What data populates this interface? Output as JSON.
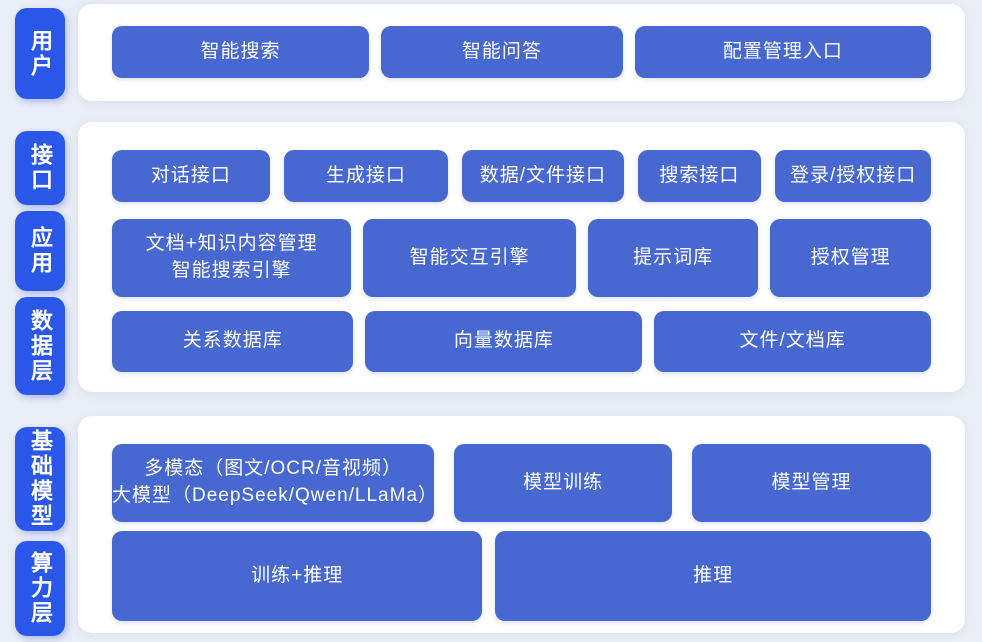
{
  "colors": {
    "page_background": "#e9edf5",
    "panel_background": "#ffffff",
    "layer_label_blue": "#2b57e8",
    "block_blue": "#4767d1",
    "text_white": "#ffffff"
  },
  "sections": [
    {
      "id": "user-layer",
      "labels": [
        {
          "id": "user",
          "text": "用户"
        }
      ],
      "rows": [
        {
          "boxes": [
            {
              "id": "smart-search",
              "text": "智能搜索"
            },
            {
              "id": "smart-qa",
              "text": "智能问答"
            },
            {
              "id": "config-entry",
              "text": "配置管理入口"
            }
          ]
        }
      ]
    },
    {
      "id": "interface-application-data-layer",
      "labels": [
        {
          "id": "interface",
          "text": "接口"
        },
        {
          "id": "application",
          "text": "应用"
        },
        {
          "id": "data-layer",
          "text": "数据层"
        }
      ],
      "rows": [
        {
          "boxes": [
            {
              "id": "dialog-api",
              "text": "对话接口"
            },
            {
              "id": "generation-api",
              "text": "生成接口"
            },
            {
              "id": "data-file-api",
              "text": "数据/文件接口"
            },
            {
              "id": "search-api",
              "text": "搜索接口"
            },
            {
              "id": "login-auth-api",
              "text": "登录/授权接口"
            }
          ]
        },
        {
          "boxes": [
            {
              "id": "doc-knowledge-mgmt-search-engine",
              "text": "文档+知识内容管理\n智能搜索引擎"
            },
            {
              "id": "interaction-engine",
              "text": "智能交互引擎"
            },
            {
              "id": "prompt-library",
              "text": "提示词库"
            },
            {
              "id": "auth-mgmt",
              "text": "授权管理"
            }
          ]
        },
        {
          "boxes": [
            {
              "id": "relational-db",
              "text": "关系数据库"
            },
            {
              "id": "vector-db",
              "text": "向量数据库"
            },
            {
              "id": "file-doc-store",
              "text": "文件/文档库"
            }
          ]
        }
      ]
    },
    {
      "id": "foundation-compute-layer",
      "labels": [
        {
          "id": "foundation-model",
          "text": "基础模型"
        },
        {
          "id": "compute-layer",
          "text": "算力层"
        }
      ],
      "rows": [
        {
          "boxes": [
            {
              "id": "multimodal-llm",
              "text": "多模态（图文/OCR/音视频）\n大模型（DeepSeek/Qwen/LLaMa）"
            },
            {
              "id": "model-training",
              "text": "模型训练"
            },
            {
              "id": "model-mgmt",
              "text": "模型管理"
            }
          ]
        },
        {
          "boxes": [
            {
              "id": "training-inference",
              "text": "训练+推理"
            },
            {
              "id": "inference",
              "text": "推理"
            }
          ]
        }
      ]
    }
  ]
}
